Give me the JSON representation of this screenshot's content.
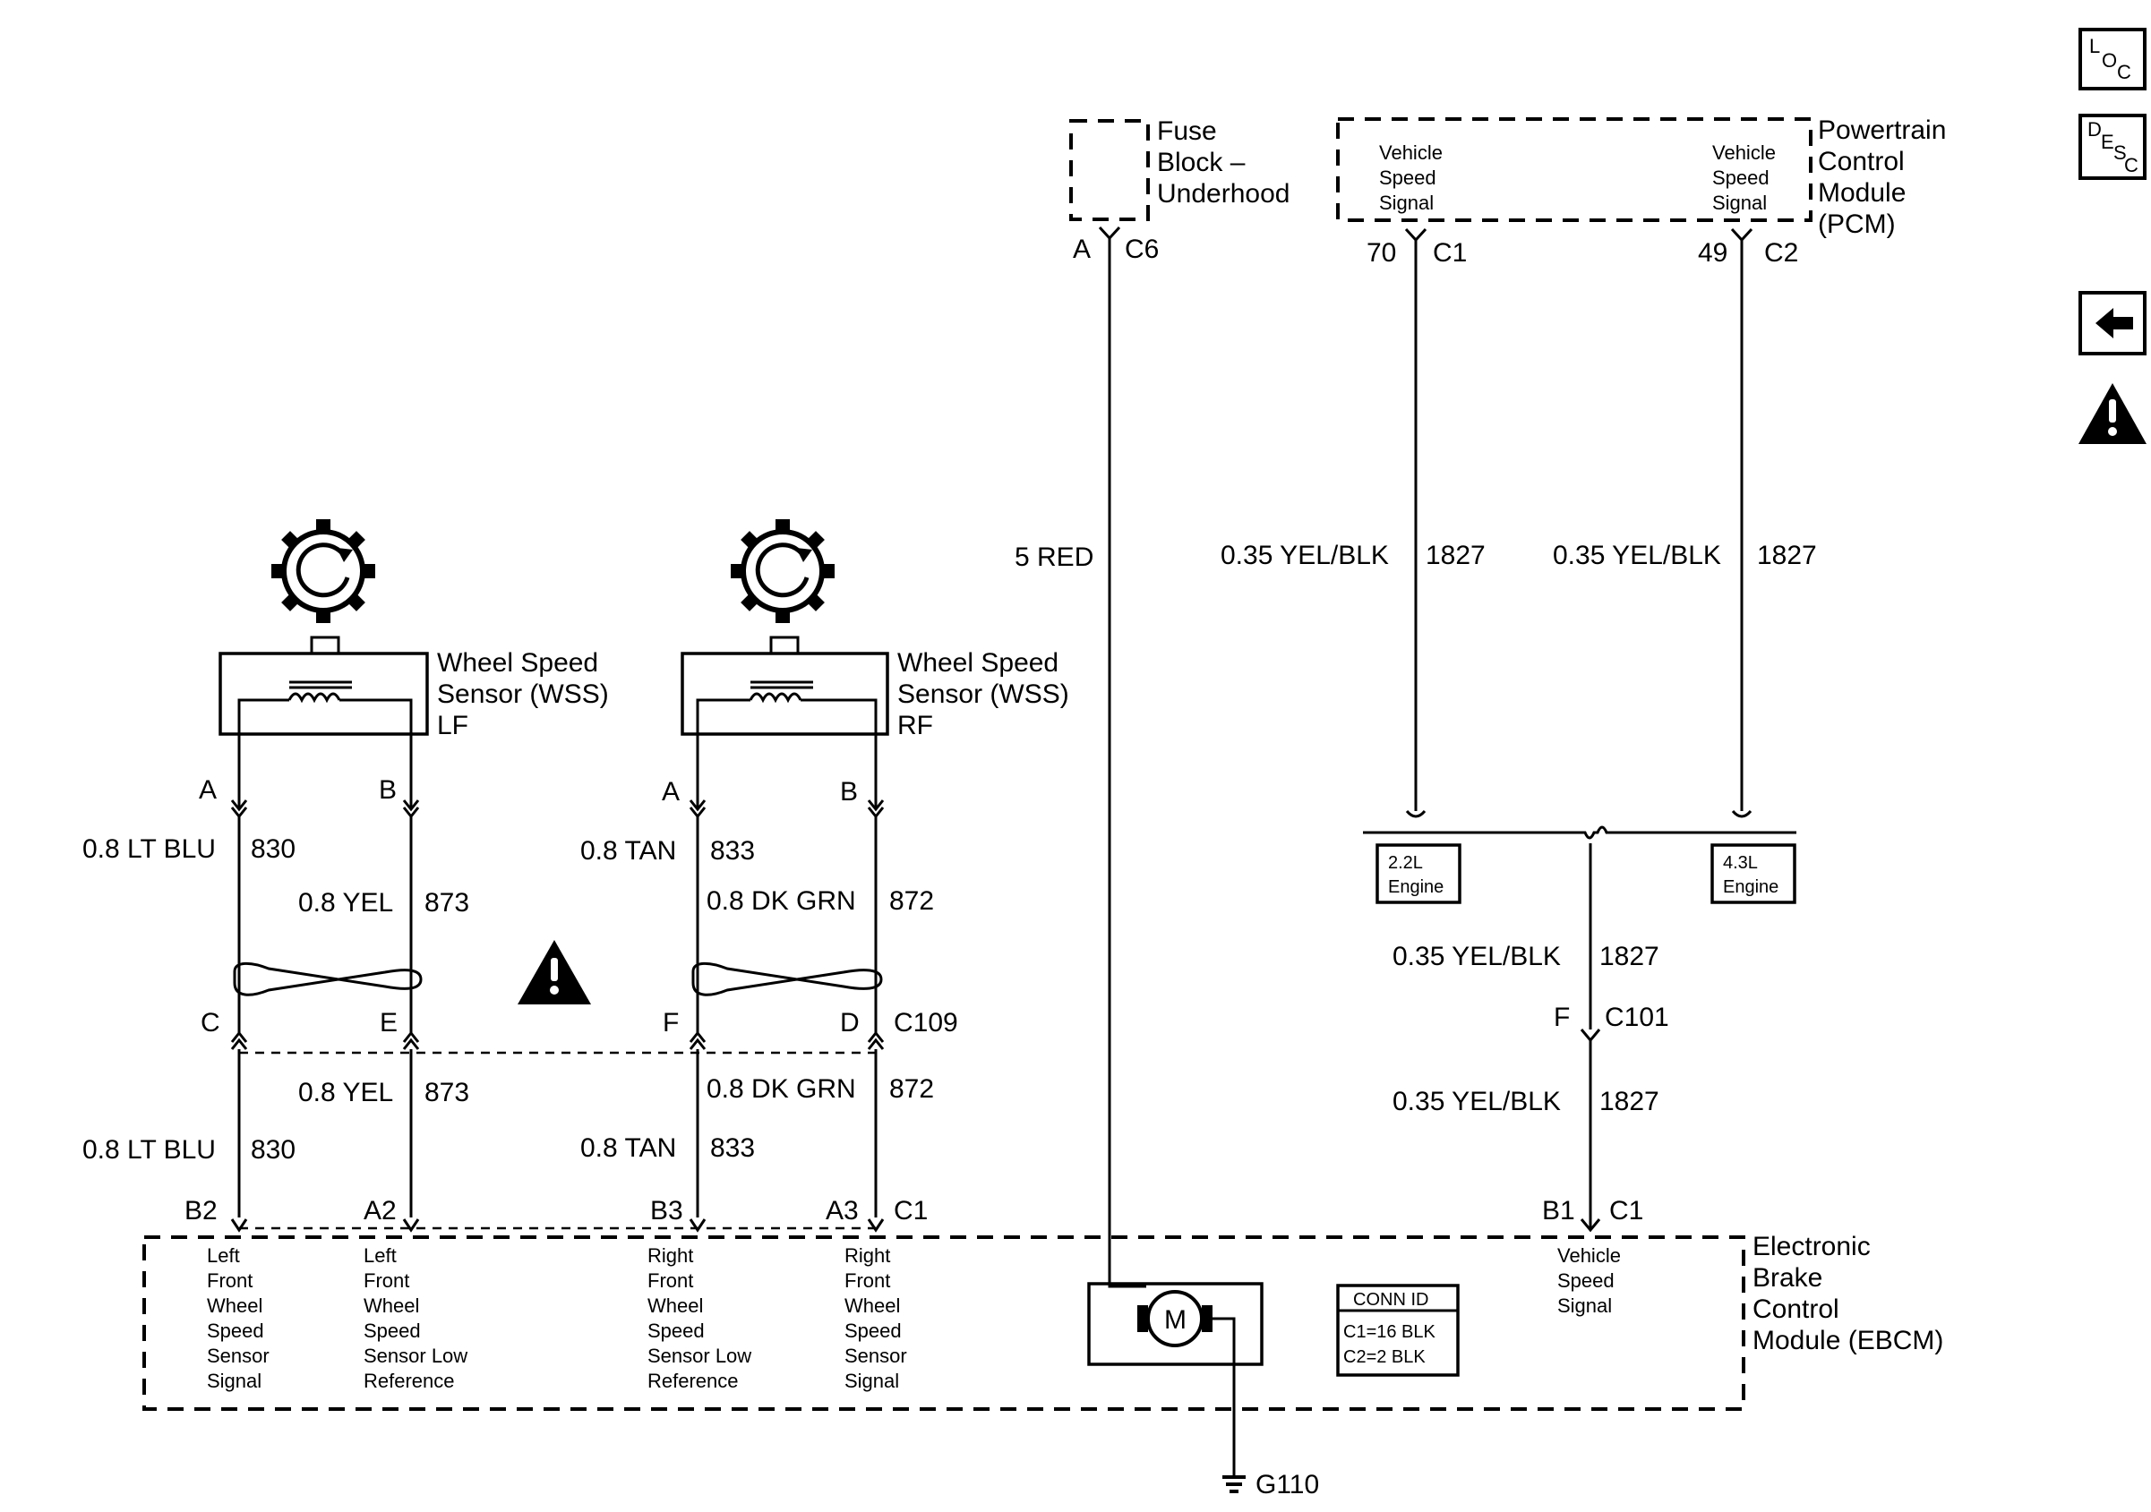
{
  "nav": {
    "loc_icon": "loc-icon",
    "desc_icon": "desc-icon",
    "back_icon": "back-arrow-icon",
    "caution_icon": "caution-icon"
  },
  "fuse_block": {
    "line1": "Fuse",
    "line2": "Block –",
    "line3": "Underhood",
    "pin": "A",
    "connector": "C6"
  },
  "pcm": {
    "line1": "Powertrain",
    "line2": "Control",
    "line3": "Module",
    "line4": "(PCM)",
    "sig_left": [
      "Vehicle",
      "Speed",
      "Signal"
    ],
    "sig_right": [
      "Vehicle",
      "Speed",
      "Signal"
    ],
    "pin_left": "70",
    "conn_left": "C1",
    "pin_right": "49",
    "conn_right": "C2"
  },
  "wires": {
    "red_wire": "5 RED",
    "pcm_left_wire": "0.35 YEL/BLK",
    "pcm_left_circuit": "1827",
    "pcm_right_wire": "0.35 YEL/BLK",
    "pcm_right_circuit": "1827",
    "splice_wire": "0.35 YEL/BLK",
    "splice_circuit": "1827",
    "lower_wire": "0.35 YEL/BLK",
    "lower_circuit": "1827"
  },
  "engine_options": {
    "left": [
      "2.2L",
      "Engine"
    ],
    "right": [
      "4.3L",
      "Engine"
    ]
  },
  "c101": {
    "pin": "F",
    "connector": "C101"
  },
  "wss_lf": {
    "line1": "Wheel Speed",
    "line2": "Sensor (WSS)",
    "line3": "LF",
    "pin_a": "A",
    "pin_b": "B",
    "wire_a": "0.8 LT BLU",
    "circuit_a": "830",
    "wire_b": "0.8 YEL",
    "circuit_b": "873"
  },
  "wss_rf": {
    "line1": "Wheel Speed",
    "line2": "Sensor (WSS)",
    "line3": "RF",
    "pin_a": "A",
    "pin_b": "B",
    "wire_a": "0.8 TAN",
    "circuit_a": "833",
    "wire_b": "0.8 DK GRN",
    "circuit_b": "872"
  },
  "c109": {
    "pin_c": "C",
    "pin_e": "E",
    "pin_f": "F",
    "pin_d": "D",
    "connector": "C109"
  },
  "lower_wires": {
    "lf_sig_wire": "0.8 LT BLU",
    "lf_sig_circuit": "830",
    "lf_ref_wire": "0.8 YEL",
    "lf_ref_circuit": "873",
    "rf_sig_wire": "0.8 TAN",
    "rf_sig_circuit": "833",
    "rf_ref_wire": "0.8 DK GRN",
    "rf_ref_circuit": "872"
  },
  "ebcm": {
    "line1": "Electronic",
    "line2": "Brake",
    "line3": "Control",
    "line4": "Module (EBCM)",
    "pin_b2": "B2",
    "pin_a2": "A2",
    "pin_b3": "B3",
    "pin_a3": "A3",
    "conn_c1": "C1",
    "pin_b1": "B1",
    "conn_b1": "C1",
    "sig_lf": [
      "Left",
      "Front",
      "Wheel",
      "Speed",
      "Sensor",
      "Signal"
    ],
    "ref_lf": [
      "Left",
      "Front",
      "Wheel",
      "Speed",
      "Sensor Low",
      "Reference"
    ],
    "ref_rf": [
      "Right",
      "Front",
      "Wheel",
      "Speed",
      "Sensor Low",
      "Reference"
    ],
    "sig_rf": [
      "Right",
      "Front",
      "Wheel",
      "Speed",
      "Sensor",
      "Signal"
    ],
    "vss": [
      "Vehicle",
      "Speed",
      "Signal"
    ],
    "motor": "M",
    "conn_id_title": "CONN ID",
    "conn_id_1": "C1=16 BLK",
    "conn_id_2": "C2=2 BLK"
  },
  "ground": {
    "label": "G110"
  }
}
